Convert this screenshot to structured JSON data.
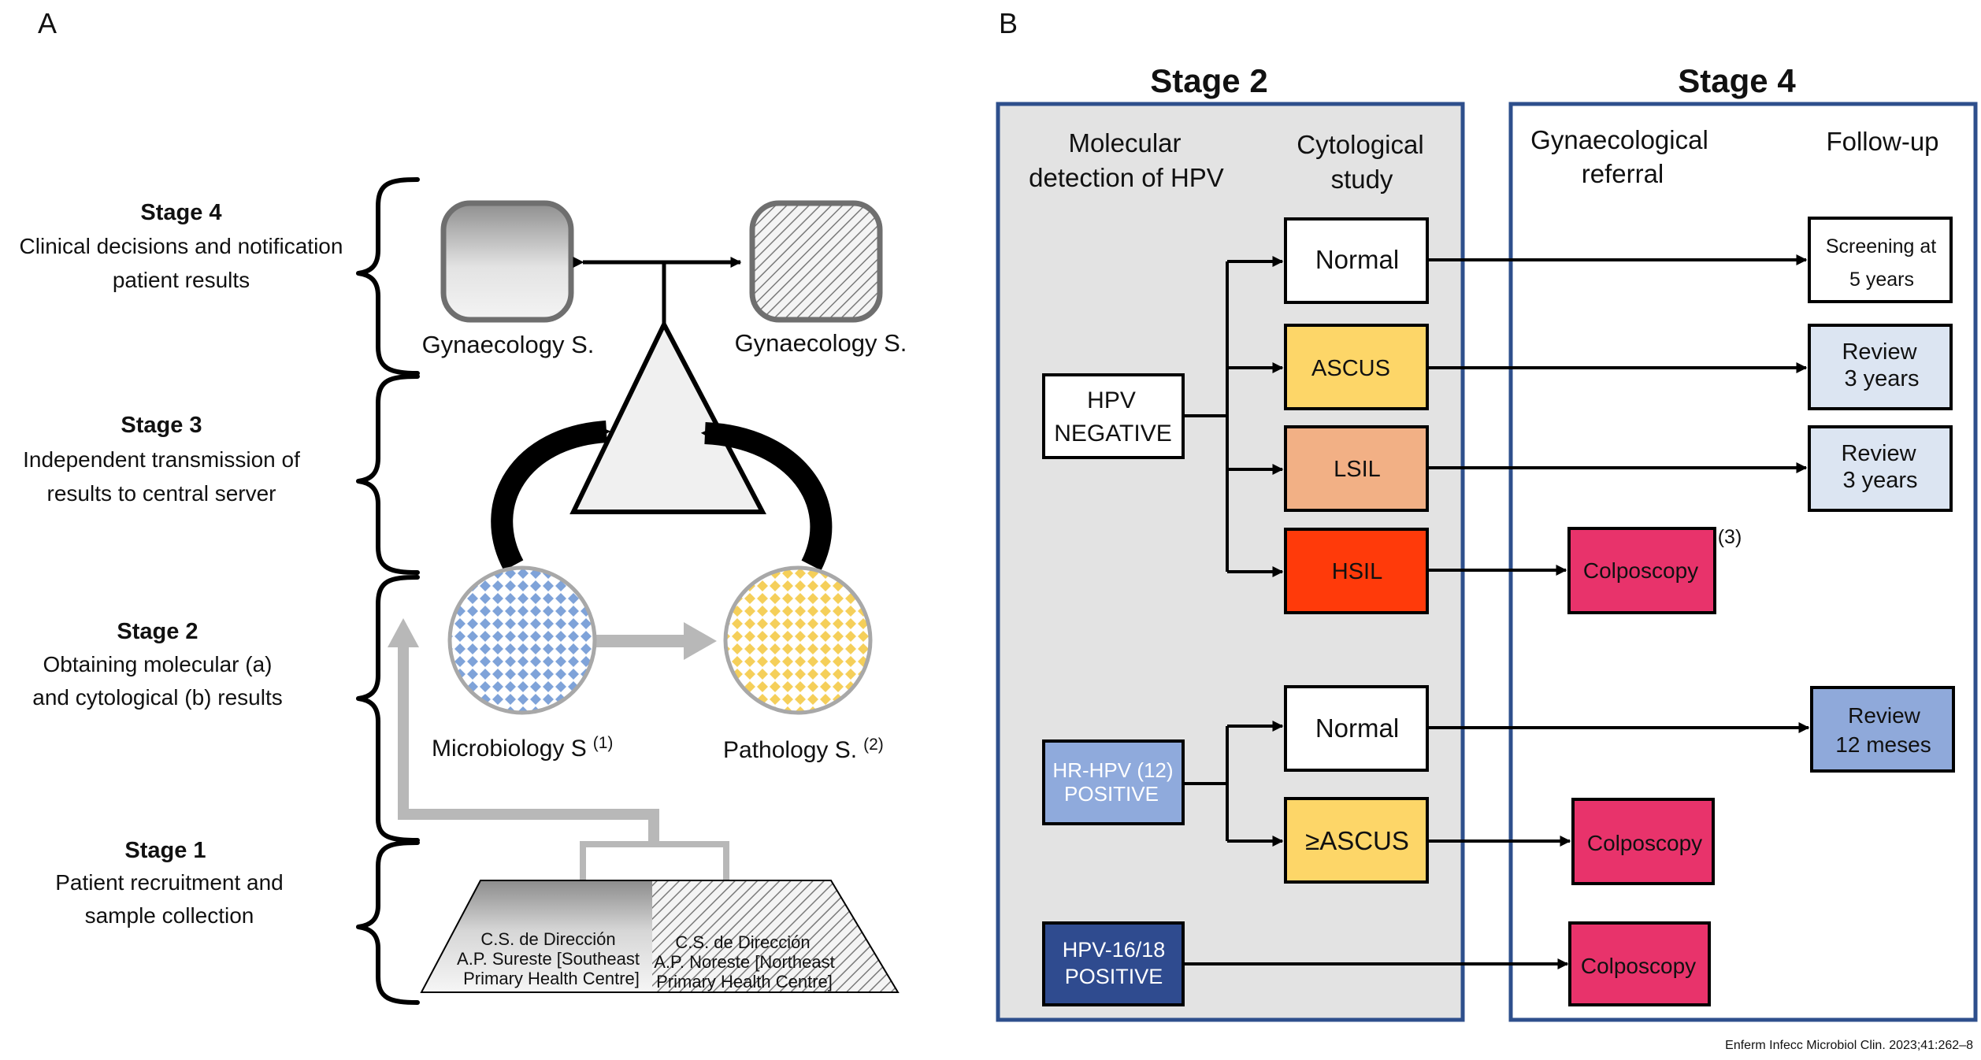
{
  "panel_a": {
    "letter": "A",
    "stages": [
      {
        "title": "Stage 4",
        "lines": [
          "Clinical decisions and notification",
          "patient results"
        ]
      },
      {
        "title": "Stage 3",
        "lines": [
          "Independent transmission of",
          "results to central server"
        ]
      },
      {
        "title": "Stage 2",
        "lines": [
          "Obtaining molecular (a)",
          "and cytological (b) results"
        ]
      },
      {
        "title": "Stage 1",
        "lines": [
          "Patient recruitment and",
          "sample collection"
        ]
      }
    ],
    "gyn_left": "Gynaecology S.",
    "gyn_right": "Gynaecology S.",
    "micro_label": "Microbiology S",
    "micro_sup": "(1)",
    "path_label": "Pathology S.",
    "path_sup": "(2)",
    "centre_se": [
      "C.S. de Dirección",
      "A.P. Sureste [Southeast",
      "Primary Health Centre]"
    ],
    "centre_ne": [
      "C.S. de Dirección",
      "A.P. Noreste [Northeast",
      "Primary Health Centre]"
    ]
  },
  "panel_b": {
    "letter": "B",
    "stage2_title": "Stage 2",
    "stage4_title": "Stage 4",
    "col_molecular": [
      "Molecular",
      "detection of HPV"
    ],
    "col_cytological": [
      "Cytological",
      "study"
    ],
    "col_referral": [
      "Gynaecological",
      "referral"
    ],
    "col_followup": "Follow-up",
    "hpv_negative": [
      "HPV",
      "NEGATIVE"
    ],
    "hr_hpv": [
      "HR-HPV (12)",
      "POSITIVE"
    ],
    "hpv1618": [
      "HPV-16/18",
      "POSITIVE"
    ],
    "cyto_normal_1": "Normal",
    "cyto_ascus": "ASCUS",
    "cyto_lsil": "LSIL",
    "cyto_hsil": "HSIL",
    "cyto_normal_2": "Normal",
    "cyto_ge_ascus": "≥ASCUS",
    "colposcopy_1": "Colposcopy",
    "colposcopy_1_note": "(3)",
    "colposcopy_2": "Colposcopy",
    "colposcopy_3": "Colposcopy",
    "follow_screening": [
      "Screening at",
      "5 years"
    ],
    "follow_review_1": [
      "Review",
      "3 years"
    ],
    "follow_review_2": [
      "Review",
      "3 years"
    ],
    "follow_review_12": [
      "Review",
      "12 meses"
    ]
  },
  "citation": "Enferm Infecc Microbiol Clin. 2023;41:262–8",
  "colors": {
    "panel_border": "#2e4f8c",
    "stage2_fill": "#e3e3e3",
    "ascus": "#fdd668",
    "lsil": "#f2b085",
    "hsil": "#ff3a0a",
    "colposcopy": "#e8336b",
    "followup_light": "#dce5f2",
    "followup_blue": "#8fa9da",
    "hr_hpv": "#8faadc",
    "hpv1618": "#2f4b8f",
    "microbiology_dots": "#7fa3d9",
    "pathology_dots": "#f5cf5a"
  }
}
